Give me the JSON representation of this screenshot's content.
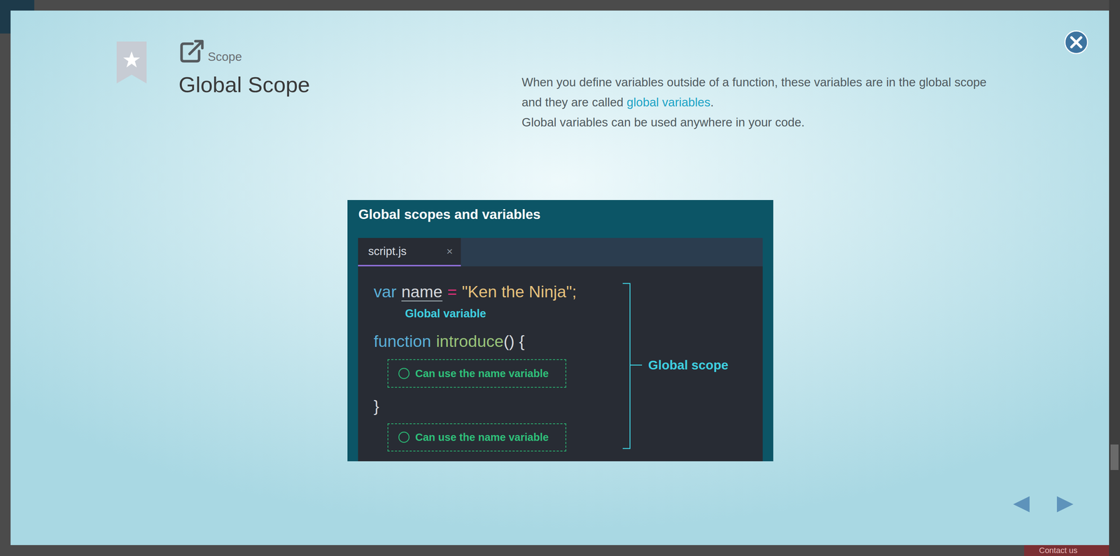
{
  "diagram": {
    "title": "Global Scope",
    "nodes": [
      {
        "text": [
          "Global scopes and variables"
        ]
      },
      {
        "text": [
          "script.js",
          "×"
        ],
        "in": 0
      },
      {
        "text": [
          "Can use the name variable"
        ],
        "in": 0
      },
      {
        "text": [
          "Can use the name variable"
        ],
        "in": 0
      }
    ],
    "labels": [
      "Scope",
      "When you define variables outside of a function, these variables are in the global scope and they are called",
      "global variables",
      ".",
      "Global variables can be used anywhere in your code.",
      "var",
      "name",
      "=",
      "\"Ken the Ninja\";",
      "Global variable",
      "function",
      "introduce",
      "() {",
      "}",
      "Global scope",
      "Contact us"
    ]
  }
}
